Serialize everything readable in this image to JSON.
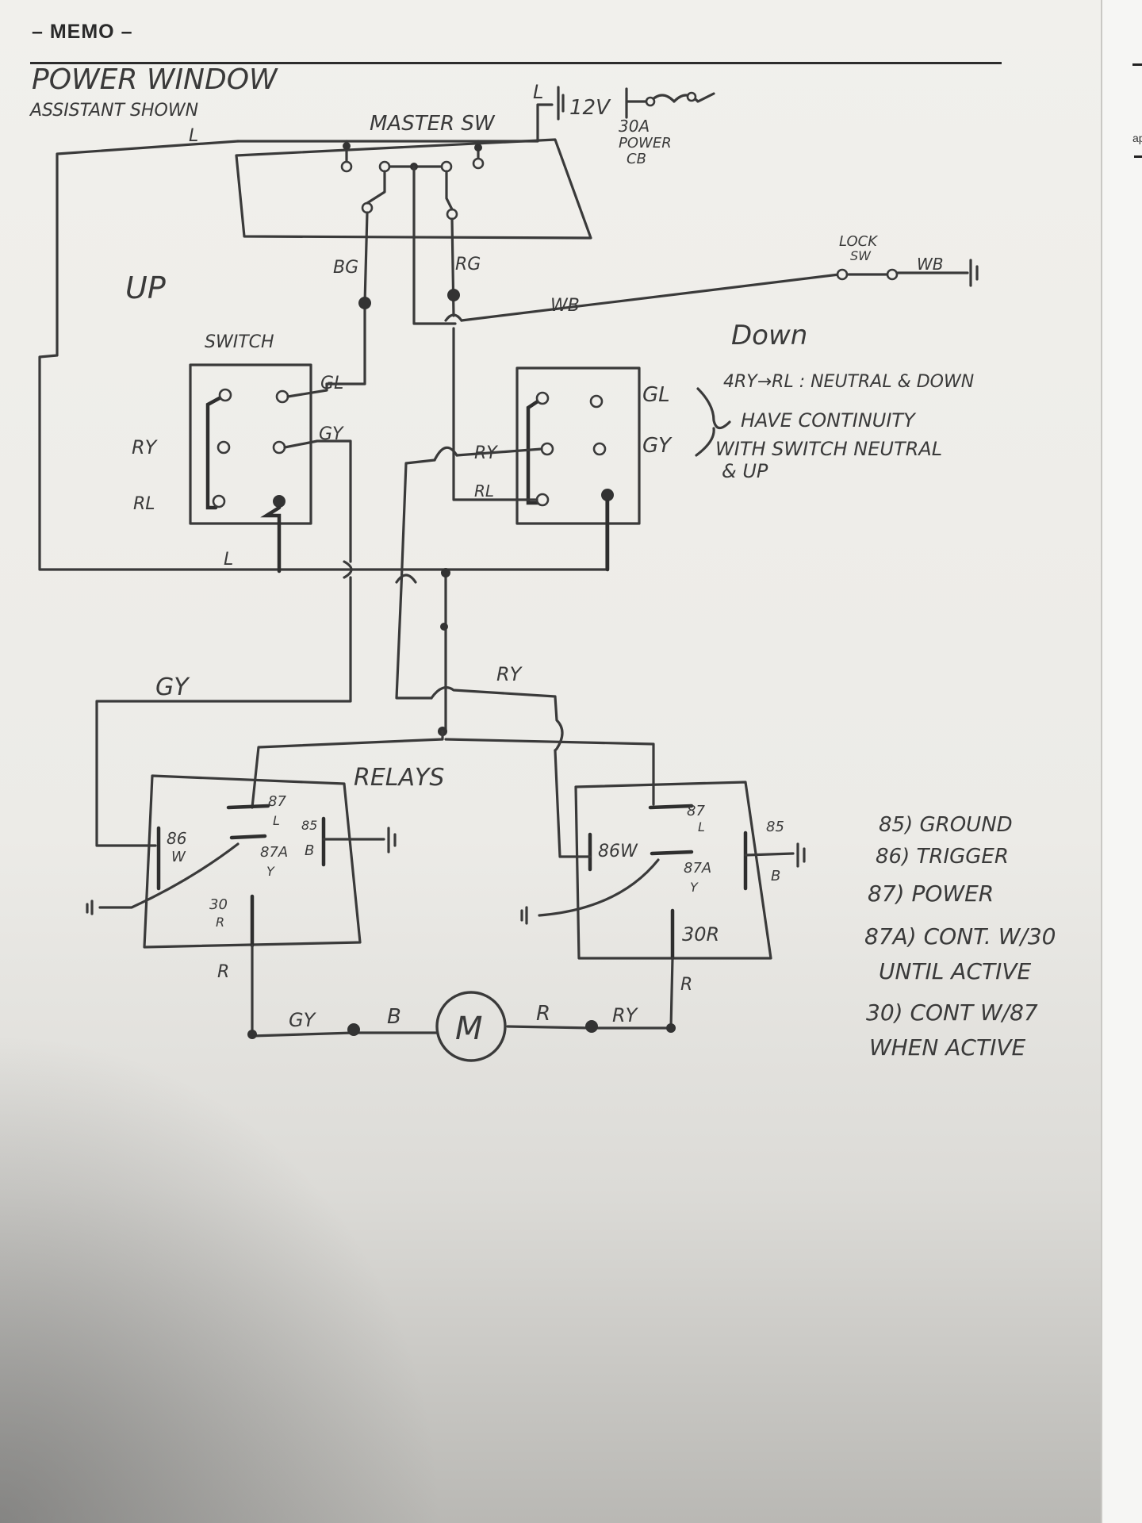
{
  "header": {
    "memo": "– MEMO –"
  },
  "title": {
    "line1": "POWER WINDOW",
    "line2": "ASSISTANT SHOWN"
  },
  "master_switch": {
    "label": "MASTER SW",
    "wire_l": "L",
    "supply": "12V",
    "breaker": "30A",
    "breaker_line2": "POWER",
    "breaker_line3": "CB"
  },
  "lock_switch": {
    "label_line1": "LOCK",
    "label_line2": "SW",
    "wire": "WB"
  },
  "wire_labels": {
    "top_l": "L",
    "bg": "BG",
    "rg": "RG",
    "wb": "WB",
    "up": "UP",
    "down": "Down",
    "bottom_l": "L",
    "gy_left": "GY",
    "ry_mid": "RY",
    "relays": "RELAYS",
    "motor_gy": "GY",
    "motor_b": "B",
    "motor_r": "R",
    "motor_ry": "RY",
    "left_r": "R",
    "right_r": "R"
  },
  "left_switch": {
    "title": "SWITCH",
    "gl": "GL",
    "gy": "GY",
    "ry": "RY",
    "rl": "RL"
  },
  "right_switch": {
    "gl": "GL",
    "gy": "GY",
    "ry": "RY",
    "rl": "RL"
  },
  "continuity_note": {
    "line1": "4RY→RL : NEUTRAL & DOWN",
    "line2": "HAVE CONTINUITY",
    "line3": "WITH SWITCH NEUTRAL",
    "line4": "& UP"
  },
  "left_relay": {
    "p87": "87",
    "p87_wire": "L",
    "p86": "86",
    "p86_wire": "W",
    "p85": "85",
    "p85_wire": "B",
    "p87a": "87A",
    "p87a_wire": "Y",
    "p30": "30",
    "p30_wire": "R"
  },
  "right_relay": {
    "p87": "87",
    "p87_wire": "L",
    "p86": "86W",
    "p85": "85",
    "p85_wire": "B",
    "p87a": "87A",
    "p87a_wire": "Y",
    "p30": "30R"
  },
  "motor": {
    "label": "M"
  },
  "legend": [
    "85) GROUND",
    "86) TRIGGER",
    "87) POWER",
    "87A) CONT. W/30",
    "UNTIL ACTIVE",
    "30) CONT W/87",
    "WHEN ACTIVE"
  ]
}
